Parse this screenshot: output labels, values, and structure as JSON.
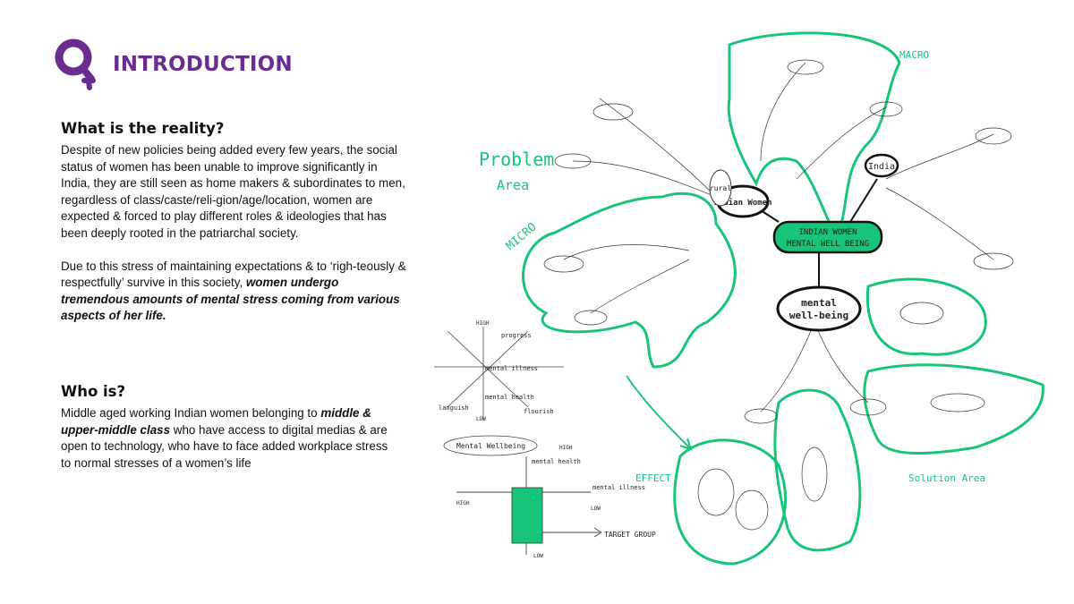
{
  "header": {
    "title": "INTRODUCTION",
    "logo_icon": "female-symbol-icon",
    "accent_color": "#6a2c91"
  },
  "reality": {
    "heading": "What is the reality?",
    "para1": "Despite of new policies being added every few years, the social status of women has been unable to improve significantly in India, they are still seen as home makers & subordinates to men, regardless of class/caste/reli-gion/age/location, women are expected & forced to play different roles & ideologies that has been deeply rooted in the patriarchal society.",
    "para2_plain": "Due to this stress of maintaining expectations & to ‘righ-teously & respectfully’ survive in this society, ",
    "para2_emphasis": "women undergo tremendous amounts of mental stress coming from various aspects of her life."
  },
  "who": {
    "heading": "Who is?",
    "part1": "Middle aged working Indian women belonging to ",
    "emphasis": "middle & upper-middle class",
    "part2": " who have access to digital medias & are open to technology, who have to face added workplace stress to normal stresses of a women’s life"
  },
  "mindmap": {
    "center_label_line1": "INDIAN WOMEN",
    "center_label_line2": "MENTAL WELL BEING",
    "node_indian_women": "Indian Women",
    "node_india": "India",
    "node_rural": "rural",
    "node_mental_line1": "mental",
    "node_mental_line2": "well-being",
    "label_problem_line1": "Problem",
    "label_problem_line2": "Area",
    "label_micro": "MICRO",
    "label_macro": "MACRO",
    "label_effect": "EFFECT",
    "label_solution": "Solution Area",
    "highlight_color": "#17c47a"
  },
  "graph1": {
    "high": "HIGH",
    "low": "LOW",
    "progress": "progress",
    "mental_illness": "mental illness",
    "mental_health": "mental health",
    "languish": "languish",
    "flourish": "flourish",
    "caption": "Mental Wellbeing"
  },
  "graph2": {
    "y_label": "mental health",
    "y_high": "HIGH",
    "x_right": "mental illness",
    "x_left": "HIGH",
    "low_right": "LOW",
    "low_bottom": "LOW",
    "target": "TARGET GROUP"
  }
}
